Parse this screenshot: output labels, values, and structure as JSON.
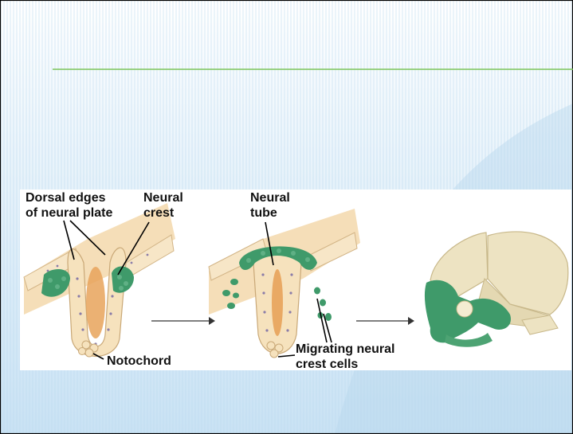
{
  "slide": {
    "title": "",
    "accent_line_color": "#7cc35a",
    "background_color": "#d8ebf7"
  },
  "figure": {
    "labels": {
      "dorsal_edges_line1": "Dorsal edges",
      "dorsal_edges_line2": "of neural plate",
      "neural_crest_line1": "Neural",
      "neural_crest_line2": "crest",
      "neural_tube_line1": "Neural",
      "neural_tube_line2": "tube",
      "notochord": "Notochord",
      "migrating_line1": "Migrating neural",
      "migrating_line2": "crest cells"
    },
    "colors": {
      "neural_crest_green": "#3f9a6a",
      "tissue_tan": "#f2d7a8",
      "lumen_orange": "#e8a35a",
      "skull_beige": "#ede3c2"
    },
    "icons": [
      "stage1-neural-plate",
      "stage2-neural-tube",
      "stage3-skull",
      "progression-arrow"
    ]
  }
}
